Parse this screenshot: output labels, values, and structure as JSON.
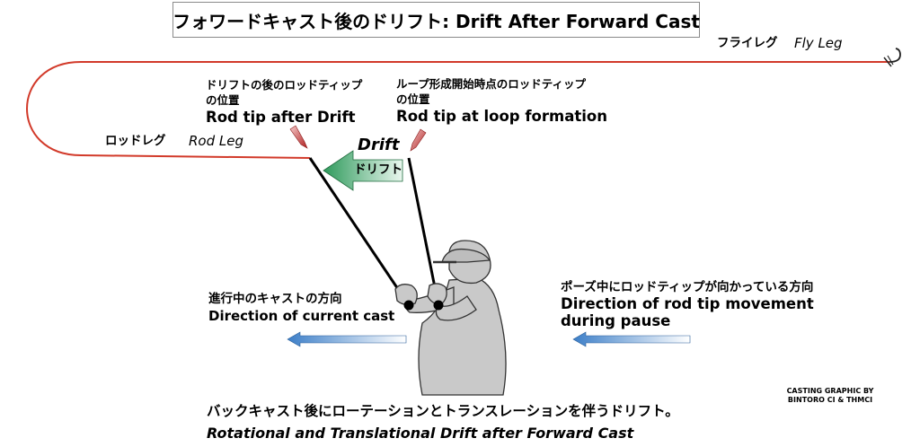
{
  "title": "フォワードキャスト後のドリフト: Drift After Forward Cast",
  "fly_leg": {
    "jp": "フライレグ",
    "en": "Fly Leg"
  },
  "rod_leg": {
    "jp": "ロッドレグ",
    "en": "Rod Leg"
  },
  "rod_tip_after_drift": {
    "jp_line1": "ドリフトの後のロッドティップ",
    "jp_line2": "の位置",
    "en": "Rod tip after Drift"
  },
  "rod_tip_loop_formation": {
    "jp_line1": "ループ形成開始時点のロッドティップ",
    "jp_line2": "の位置",
    "en": "Rod tip at loop formation"
  },
  "drift_arrow": {
    "en": "Drift",
    "jp": "ドリフト"
  },
  "current_cast": {
    "jp": "進行中のキャストの方向",
    "en": "Direction of current cast"
  },
  "rod_tip_pause": {
    "jp": "ポーズ中にロッドティップが向かっている方向",
    "en_line1": "Direction of rod tip movement",
    "en_line2": "during pause"
  },
  "credit": {
    "line1": "CASTING GRAPHIC BY",
    "line2": "BINTORO CI & THMCI"
  },
  "caption": {
    "jp": "バックキャスト後にローテーションとトランスレーションを伴うドリフト。",
    "en": "Rotational and Translational Drift after Forward Cast"
  },
  "colors": {
    "line": "#d23a2a",
    "drift_arrow": "#3aaa6a",
    "direction_arrow": "#4a90d0",
    "figure": "#c8c8c8",
    "marker": "#c03030"
  }
}
